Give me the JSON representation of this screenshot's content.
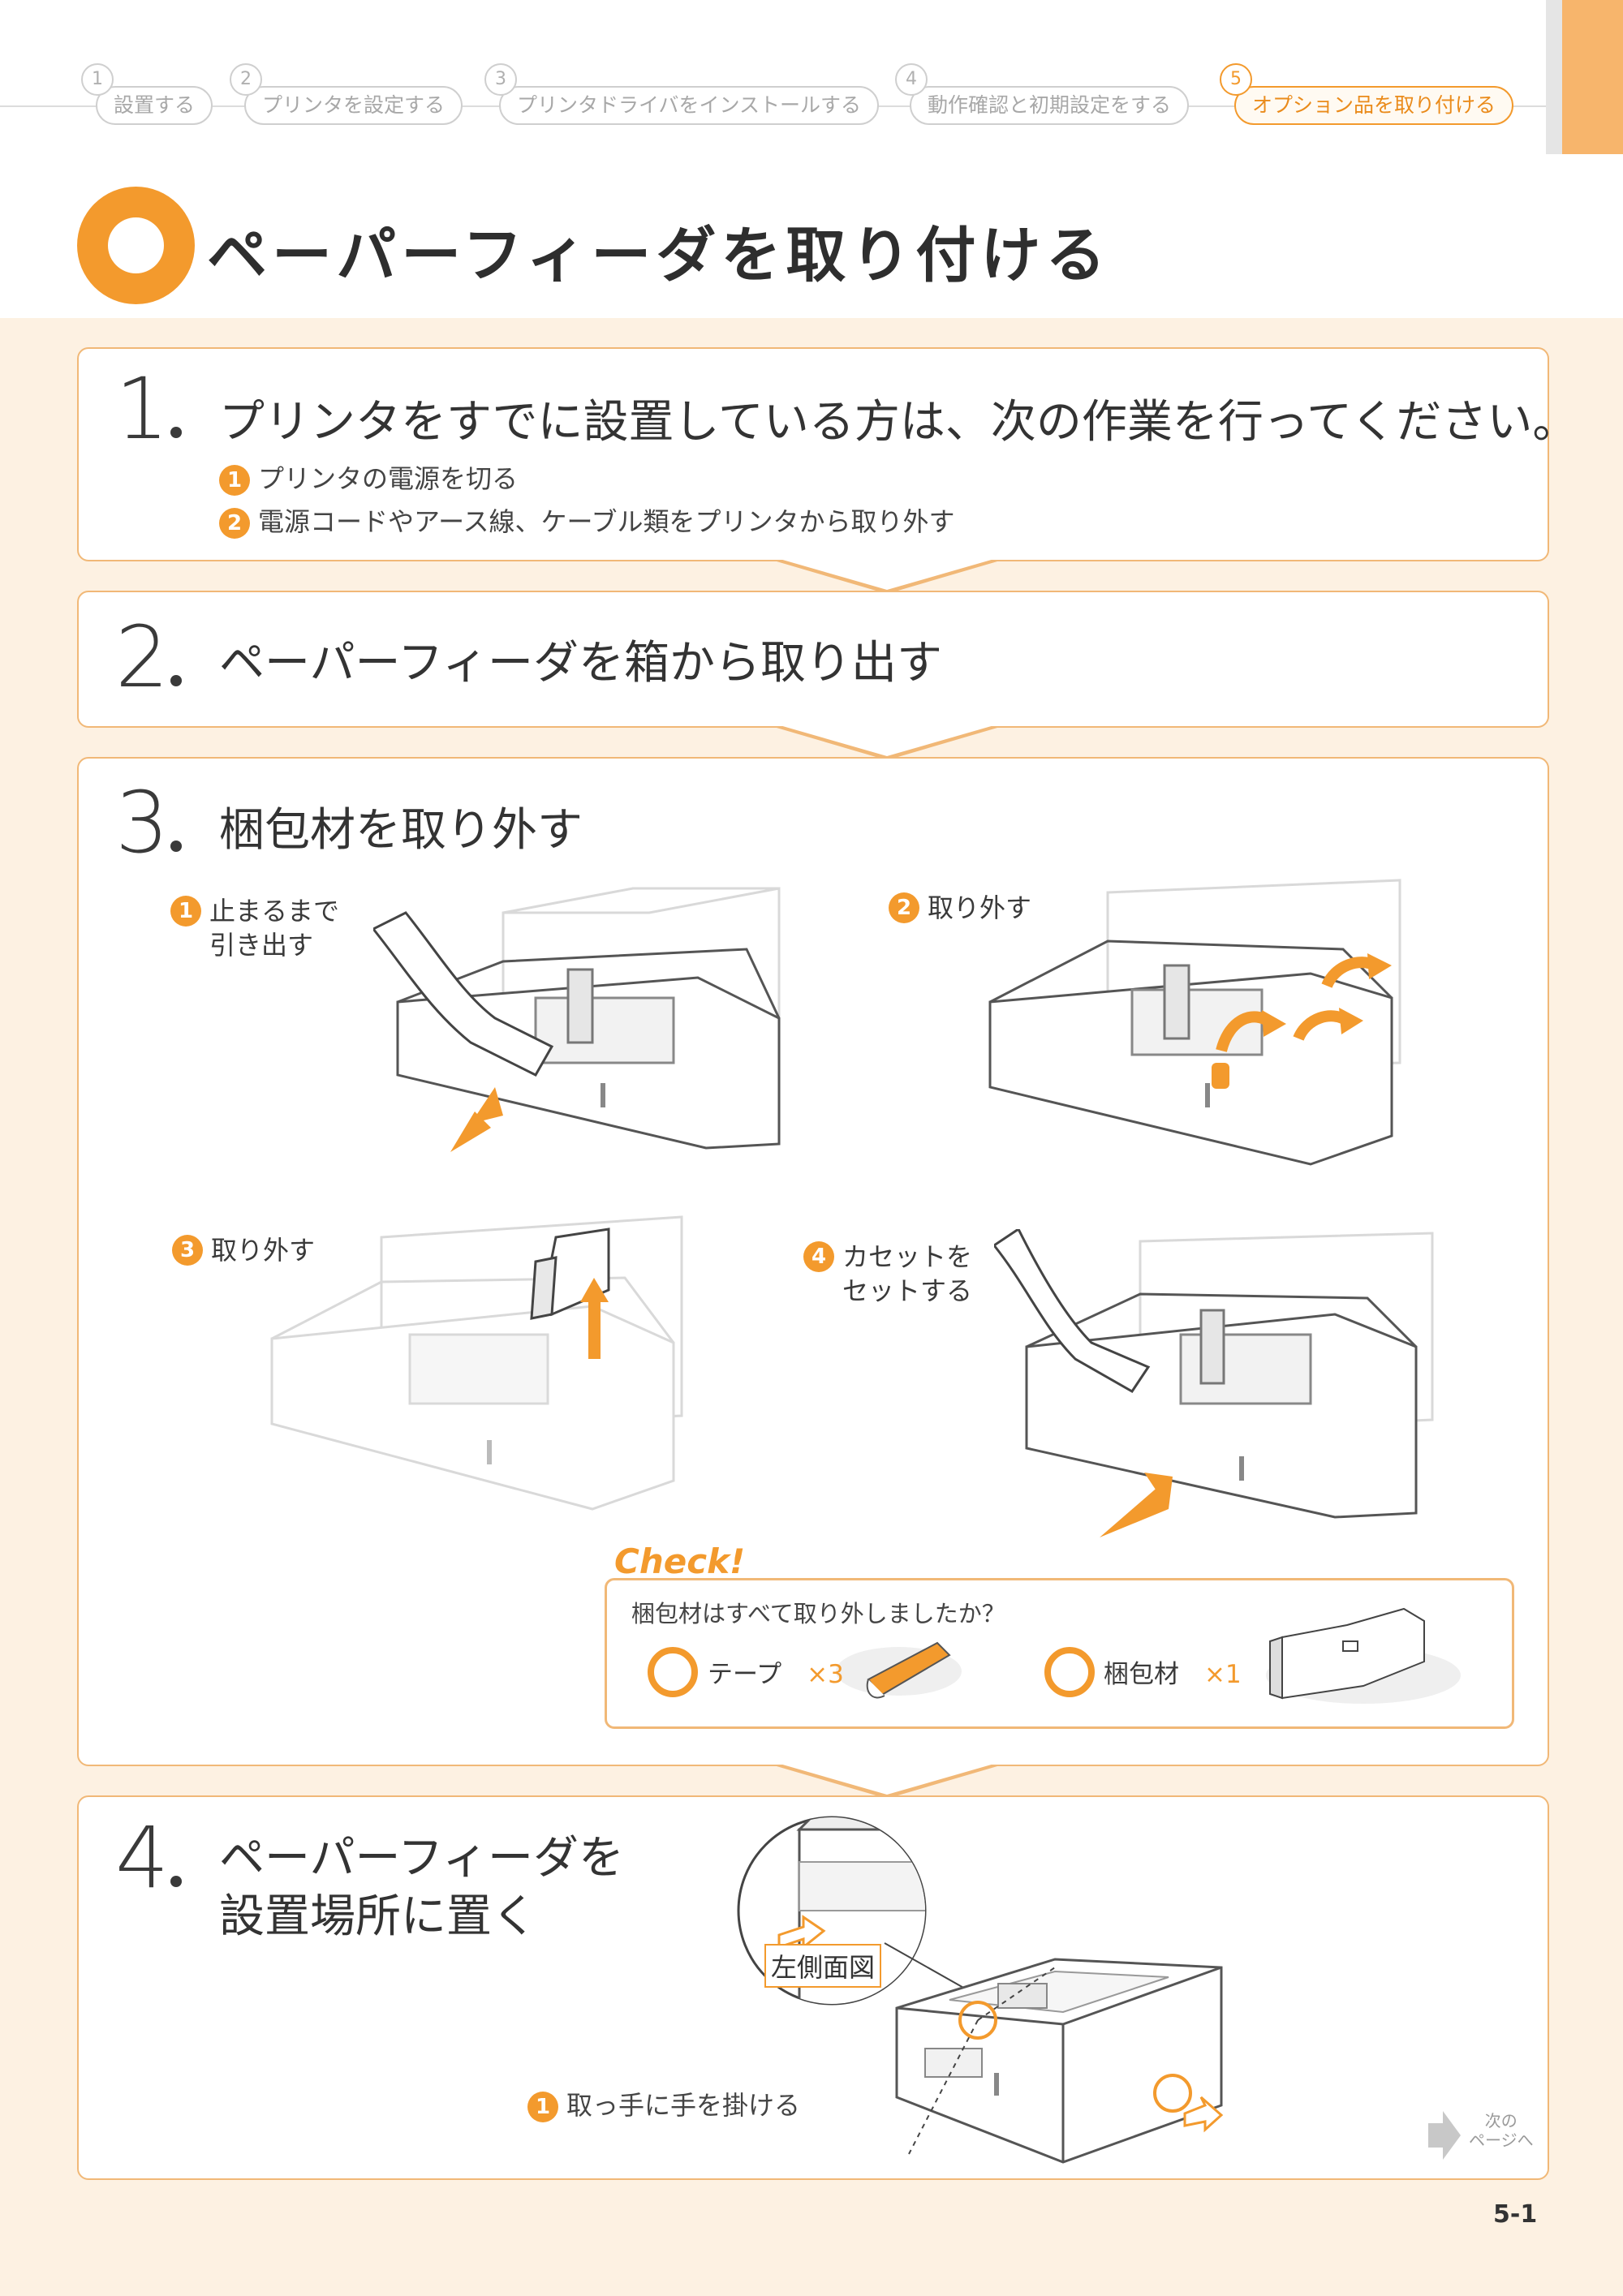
{
  "nav_steps": [
    {
      "num": "1",
      "label": "設置する"
    },
    {
      "num": "2",
      "label": "プリンタを設定する"
    },
    {
      "num": "3",
      "label": "プリンタドライバをインストールする"
    },
    {
      "num": "4",
      "label": "動作確認と初期設定をする"
    },
    {
      "num": "5",
      "label": "オプション品を取り付ける"
    }
  ],
  "page_title": "ペーパーフィーダを取り付ける",
  "step1": {
    "num": "1",
    "heading": "プリンタをすでに設置している方は、次の作業を行ってください。",
    "items": [
      {
        "badge": "1",
        "text": "プリンタの電源を切る"
      },
      {
        "badge": "2",
        "text": "電源コードやアース線、ケーブル類をプリンタから取り外す"
      }
    ]
  },
  "step2": {
    "num": "2",
    "heading": "ペーパーフィーダを箱から取り出す"
  },
  "step3": {
    "num": "3",
    "heading": "梱包材を取り外す",
    "sub": [
      {
        "badge": "1",
        "line1": "止まるまで",
        "line2": "引き出す"
      },
      {
        "badge": "2",
        "line1": "取り外す",
        "line2": ""
      },
      {
        "badge": "3",
        "line1": "取り外す",
        "line2": ""
      },
      {
        "badge": "4",
        "line1": "カセットを",
        "line2": "セットする"
      }
    ],
    "check": {
      "title": "Check!",
      "question": "梱包材はすべて取り外しましたか？",
      "items": [
        {
          "label": "テープ",
          "qty": "×3"
        },
        {
          "label": "梱包材",
          "qty": "×1"
        }
      ]
    }
  },
  "step4": {
    "num": "4",
    "heading_line1": "ペーパーフィーダを",
    "heading_line2": "設置場所に置く",
    "side_label": "左側面図",
    "sub": {
      "badge": "1",
      "text": "取っ手に手を掛ける"
    }
  },
  "next": {
    "line1": "次の",
    "line2": "ページへ"
  },
  "page_number": "5-1"
}
